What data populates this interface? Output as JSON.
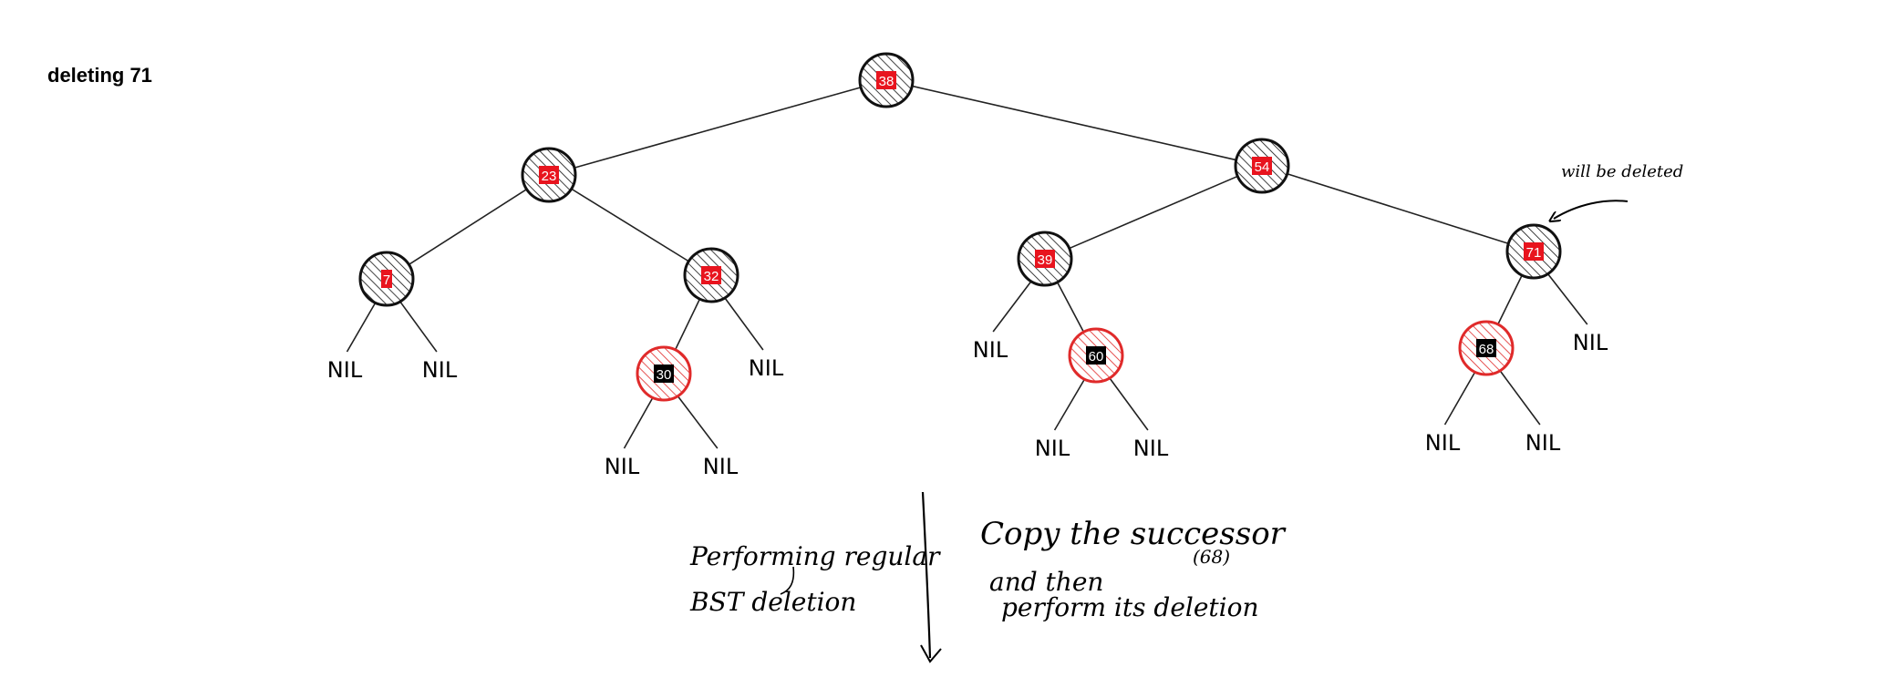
{
  "title": "deleting 71",
  "colors": {
    "black_node": "#111111",
    "red_node": "#e02a2a",
    "label_red": "#e8141e",
    "label_black": "#000000",
    "label_text": "#ffffff",
    "edge": "#222222"
  },
  "nodes": [
    {
      "id": "n38",
      "label": "38",
      "color": "black"
    },
    {
      "id": "n23",
      "label": "23",
      "color": "black"
    },
    {
      "id": "n54",
      "label": "54",
      "color": "black"
    },
    {
      "id": "n7",
      "label": "7",
      "color": "black"
    },
    {
      "id": "n32",
      "label": "32",
      "color": "black"
    },
    {
      "id": "n30",
      "label": "30",
      "color": "red"
    },
    {
      "id": "n39",
      "label": "39",
      "color": "black"
    },
    {
      "id": "n60",
      "label": "60",
      "color": "red"
    },
    {
      "id": "n71",
      "label": "71",
      "color": "black"
    },
    {
      "id": "n68",
      "label": "68",
      "color": "red"
    }
  ],
  "edges": [
    [
      "n38",
      "n23"
    ],
    [
      "n38",
      "n54"
    ],
    [
      "n23",
      "n7"
    ],
    [
      "n23",
      "n32"
    ],
    [
      "n7",
      "nil1"
    ],
    [
      "n7",
      "nil2"
    ],
    [
      "n32",
      "n30"
    ],
    [
      "n32",
      "nil3"
    ],
    [
      "n30",
      "nil4"
    ],
    [
      "n30",
      "nil5"
    ],
    [
      "n54",
      "n39"
    ],
    [
      "n54",
      "n71"
    ],
    [
      "n39",
      "nil6"
    ],
    [
      "n39",
      "n60"
    ],
    [
      "n60",
      "nil7"
    ],
    [
      "n60",
      "nil8"
    ],
    [
      "n71",
      "n68"
    ],
    [
      "n71",
      "nil9"
    ],
    [
      "n68",
      "nil10"
    ],
    [
      "n68",
      "nil11"
    ]
  ],
  "nil_label": "NIL",
  "nils": [
    "nil1",
    "nil2",
    "nil3",
    "nil4",
    "nil5",
    "nil6",
    "nil7",
    "nil8",
    "nil9",
    "nil10",
    "nil11"
  ],
  "annotations": {
    "will_be_deleted": "will be deleted",
    "left_line1": "Performing regular",
    "left_line2": "BST deletion",
    "right_line1": "Copy the successor",
    "right_paren": "(68)",
    "right_line2": "and then",
    "right_line3": "perform its deletion"
  }
}
